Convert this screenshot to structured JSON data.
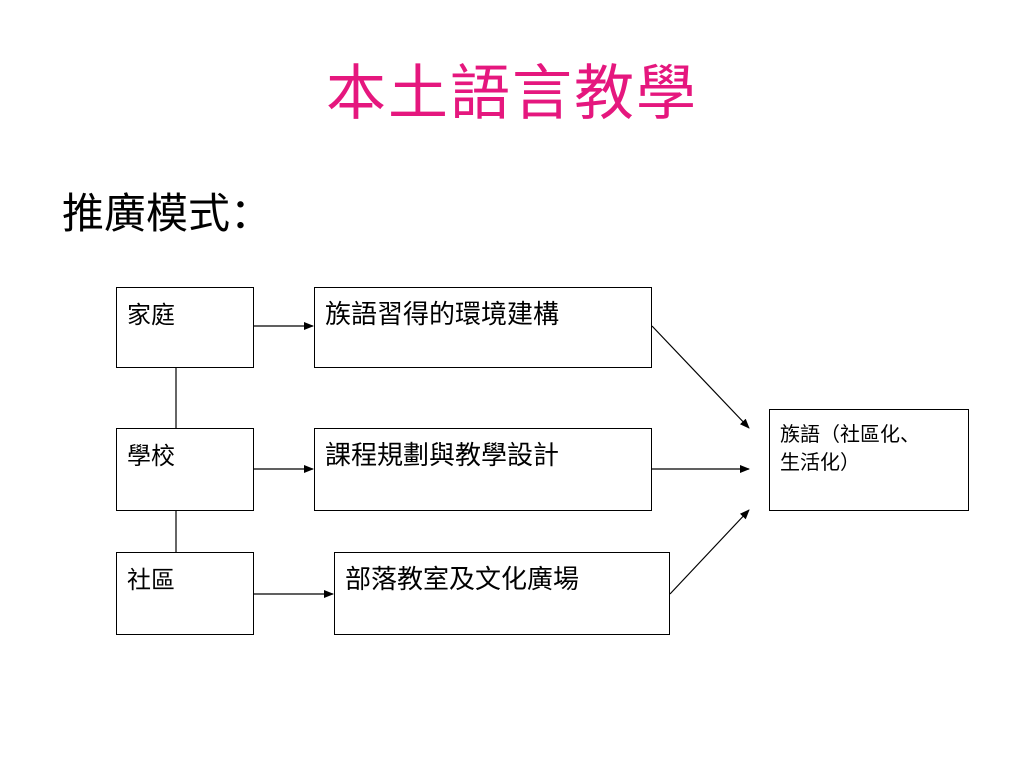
{
  "slide": {
    "title": "本土語言教學",
    "subtitle": "推廣模式："
  },
  "diagram": {
    "sources": {
      "home": "家庭",
      "school": "學校",
      "community": "社區"
    },
    "actions": {
      "environment": "族語習得的環境建構",
      "curriculum": "課程規劃與教學設計",
      "classroom": "部落教室及文化廣場"
    },
    "target": {
      "line1": "族語（社區化、",
      "line2": "生活化）"
    }
  },
  "colors": {
    "title": "#e5177e",
    "text": "#000000",
    "line": "#000000",
    "background": "#ffffff"
  }
}
